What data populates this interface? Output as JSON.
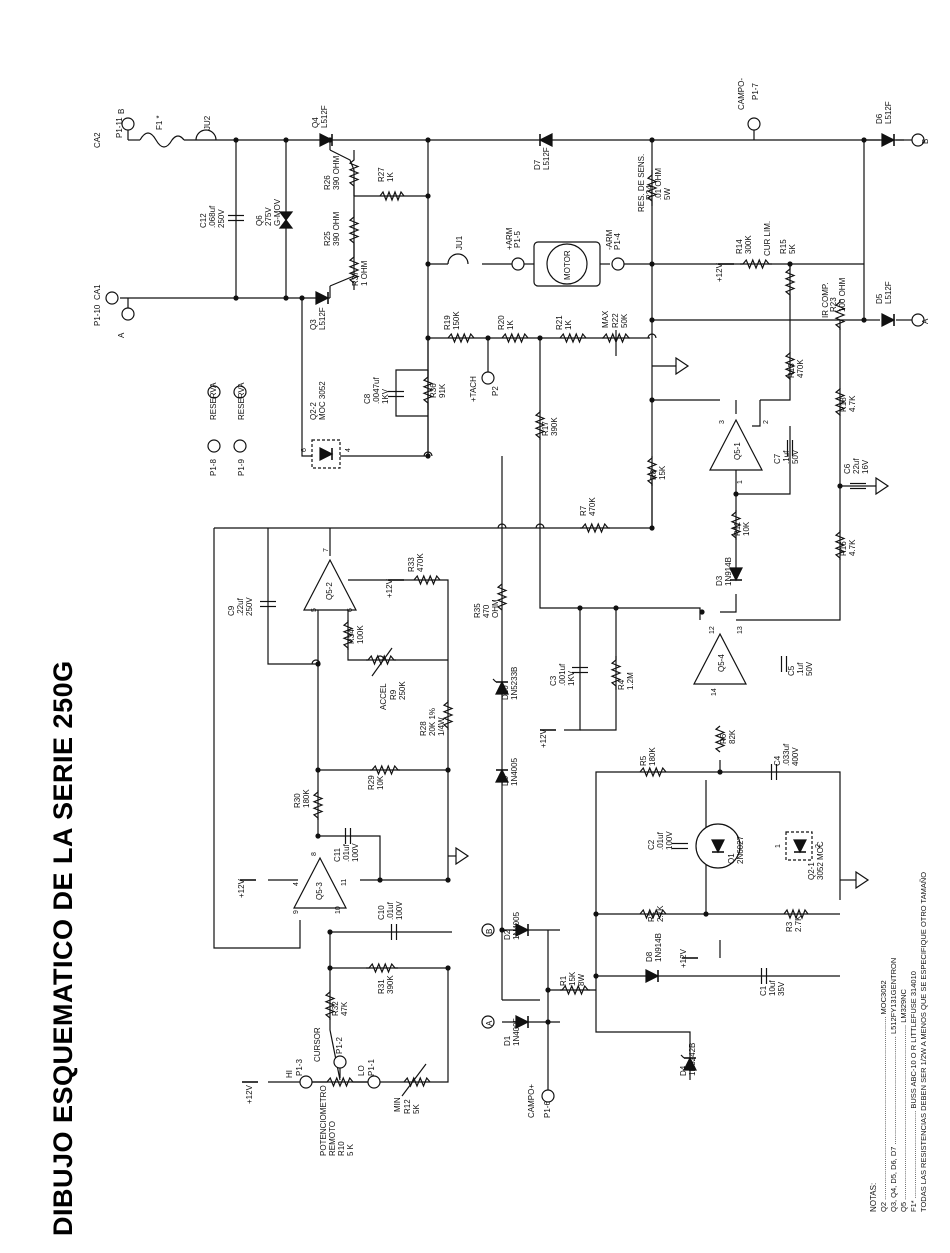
{
  "title": "DIBUJO ESQUEMATICO DE LA SERIE 250G",
  "connectors": {
    "p1_11": "P1-11",
    "ca2": "CA2",
    "b_top": "B",
    "p1_10": "P1-10",
    "ca1": "CA1",
    "a_left": "A",
    "p1_8": "P1-8",
    "p1_9": "P1-9",
    "reserva1": "RESERVA",
    "reserva2": "RESERVA",
    "p1_7": "P1-7",
    "campo_minus": "CAMPO-",
    "tach_p2": "P2",
    "tach": "+TACH",
    "arm_plus": "+ARM",
    "arm_plus_pin": "P1-5",
    "arm_minus": "-ARM",
    "arm_minus_pin": "P1-4",
    "motor": "MOTOR",
    "b_right": "B",
    "a_right": "A",
    "b_mid": "B",
    "a_mid": "A",
    "campo_plus": "CAMPO+",
    "p1_6": "P1-6",
    "hi": "HI",
    "p1_3": "P1-3",
    "lo": "LO",
    "p1_1": "P1-1",
    "cursor": "CURSOR",
    "p1_2": "P1-2"
  },
  "components": {
    "f1": "F1 *",
    "ju2": "JU2",
    "ju1": "JU1",
    "c12": [
      "C12",
      ".068uf",
      "250V"
    ],
    "q6": [
      "Q6",
      "275V",
      "G-MOV"
    ],
    "q4": [
      "Q4",
      "L512F"
    ],
    "q3": [
      "Q3",
      "L512F"
    ],
    "r26": [
      "R26",
      "390 OHM"
    ],
    "r27": [
      "R27",
      "1K"
    ],
    "r25": [
      "R25",
      "390 OHM"
    ],
    "r37": [
      "R37",
      "1 OHM"
    ],
    "d7": [
      "D7",
      "L512F"
    ],
    "d6": [
      "D6",
      "L512F"
    ],
    "d5": [
      "D5",
      "L512F"
    ],
    "r24": [
      "R24",
      ".01 OHM",
      "5W"
    ],
    "res_sens": "RES. DE SENS.",
    "r14": [
      "R14",
      "300K"
    ],
    "r15": [
      "R15",
      "5K"
    ],
    "cur_lim": "CUR LIM.",
    "r23": [
      "R23",
      "100 OHM"
    ],
    "ir_comp": "IR COMP.",
    "r19": [
      "R19",
      "150K"
    ],
    "r20": [
      "R20",
      "1K"
    ],
    "r21": [
      "R21",
      "1K"
    ],
    "r22": [
      "R22",
      "50K"
    ],
    "max": "MAX",
    "c8": [
      "C8",
      ".0047uf",
      "1KV"
    ],
    "r36": [
      "R36",
      "91K"
    ],
    "q2_2": [
      "Q2-2",
      "MOC 3052"
    ],
    "r13": [
      "R13",
      "470K"
    ],
    "r18": [
      "R18",
      "4.7K"
    ],
    "r17": [
      "R17",
      "390K"
    ],
    "r8": [
      "R8",
      "15K"
    ],
    "c7": [
      "C7",
      ".1uf",
      "50V"
    ],
    "q5_1": "Q5-1",
    "c6": [
      "C6",
      "22uf",
      "16V"
    ],
    "r7": [
      "R7",
      "470K"
    ],
    "r11": [
      "R11",
      "10K"
    ],
    "d3": [
      "D3",
      "1N914B"
    ],
    "r16": [
      "R16",
      "4.7K"
    ],
    "c9": [
      "C9",
      ".22uf",
      "250V"
    ],
    "q5_2": "Q5-2",
    "r33": [
      "R33",
      "470K"
    ],
    "r34": [
      "R34",
      "100K"
    ],
    "r35": [
      "R35",
      "470",
      "OHM"
    ],
    "accel": "ACCEL",
    "r9": [
      "R9",
      "250K"
    ],
    "q5_4": "Q5-4",
    "c5": [
      "C5",
      ".1uf",
      "50V"
    ],
    "c3": [
      "C3",
      ".001uf",
      "1KV"
    ],
    "r4": [
      "R4",
      "1.2M"
    ],
    "d10": [
      "D10",
      "1N5233B"
    ],
    "r28": [
      "R28",
      "20K 1%",
      "1/4W"
    ],
    "r6": [
      "R6",
      "82K"
    ],
    "r29": [
      "R29",
      "10K"
    ],
    "r30": [
      "R30",
      "180K"
    ],
    "r5": [
      "R5",
      "180K"
    ],
    "c4": [
      "C4",
      ".033uf",
      "400V"
    ],
    "d9": [
      "D9",
      "1N4005"
    ],
    "c11": [
      "C11",
      ".01uf",
      "100V"
    ],
    "q5_3": "Q5-3",
    "c2": [
      "C2",
      ".01uf",
      "100V"
    ],
    "q1": [
      "Q1",
      "2N6027"
    ],
    "q2_1": [
      "Q2-1",
      "3052 MOC"
    ],
    "c10": [
      "C10",
      ".01uf",
      "100V"
    ],
    "r2": [
      "R2",
      "2.7K"
    ],
    "r3": [
      "R3",
      "2.7K"
    ],
    "d2": [
      "D2",
      "1N4005"
    ],
    "r31": [
      "R31",
      "390K"
    ],
    "d8": [
      "D8",
      "1N914B"
    ],
    "r32": [
      "R32",
      "47K"
    ],
    "r1": [
      "R1",
      "15K",
      "8W"
    ],
    "c1": [
      "C1",
      "10uf",
      "35V"
    ],
    "d1": [
      "D1",
      "1N4005"
    ],
    "d4": [
      "D4",
      "1N5242B"
    ],
    "r12": [
      "R12",
      "5K"
    ],
    "min": "MIN",
    "r10": [
      "POTENCIOMETRO",
      "REMOTO",
      "R10",
      "5 K"
    ],
    "v12": "+12V"
  },
  "pins": {
    "q2_2_6": "6",
    "q2_2_4": "4",
    "q5_1_3": "3",
    "q5_1_2": "2",
    "q5_1_1": "1",
    "q5_2_7": "7",
    "q5_2_5": "5",
    "q5_2_6": "6",
    "q5_4_12": "12",
    "q5_4_13": "13",
    "q5_4_14": "14",
    "q5_3_8": "8",
    "q5_3_4": "4",
    "q5_3_11": "11",
    "q5_3_9": "9",
    "q5_3_10": "10",
    "q2_1_1": "1",
    "q2_1_2": "2"
  },
  "notes": {
    "header": "NOTAS:",
    "lines": [
      "Q2 ........................................................................................ MOC3052",
      "Q3, Q4, D5, D6, D7 .................................................... L512FY131GENTRON",
      "Q5 .................................................................................... LM329NC",
      "F1* .......................................... BUSS ABC-10 O R LITTLEFUSE 314010",
      "TODAS LAS RESISTENCIAS DEBEN SER 1/2W A MENOS QUE SE ESPECIFIQUE OTRO TAMAÑO"
    ]
  }
}
